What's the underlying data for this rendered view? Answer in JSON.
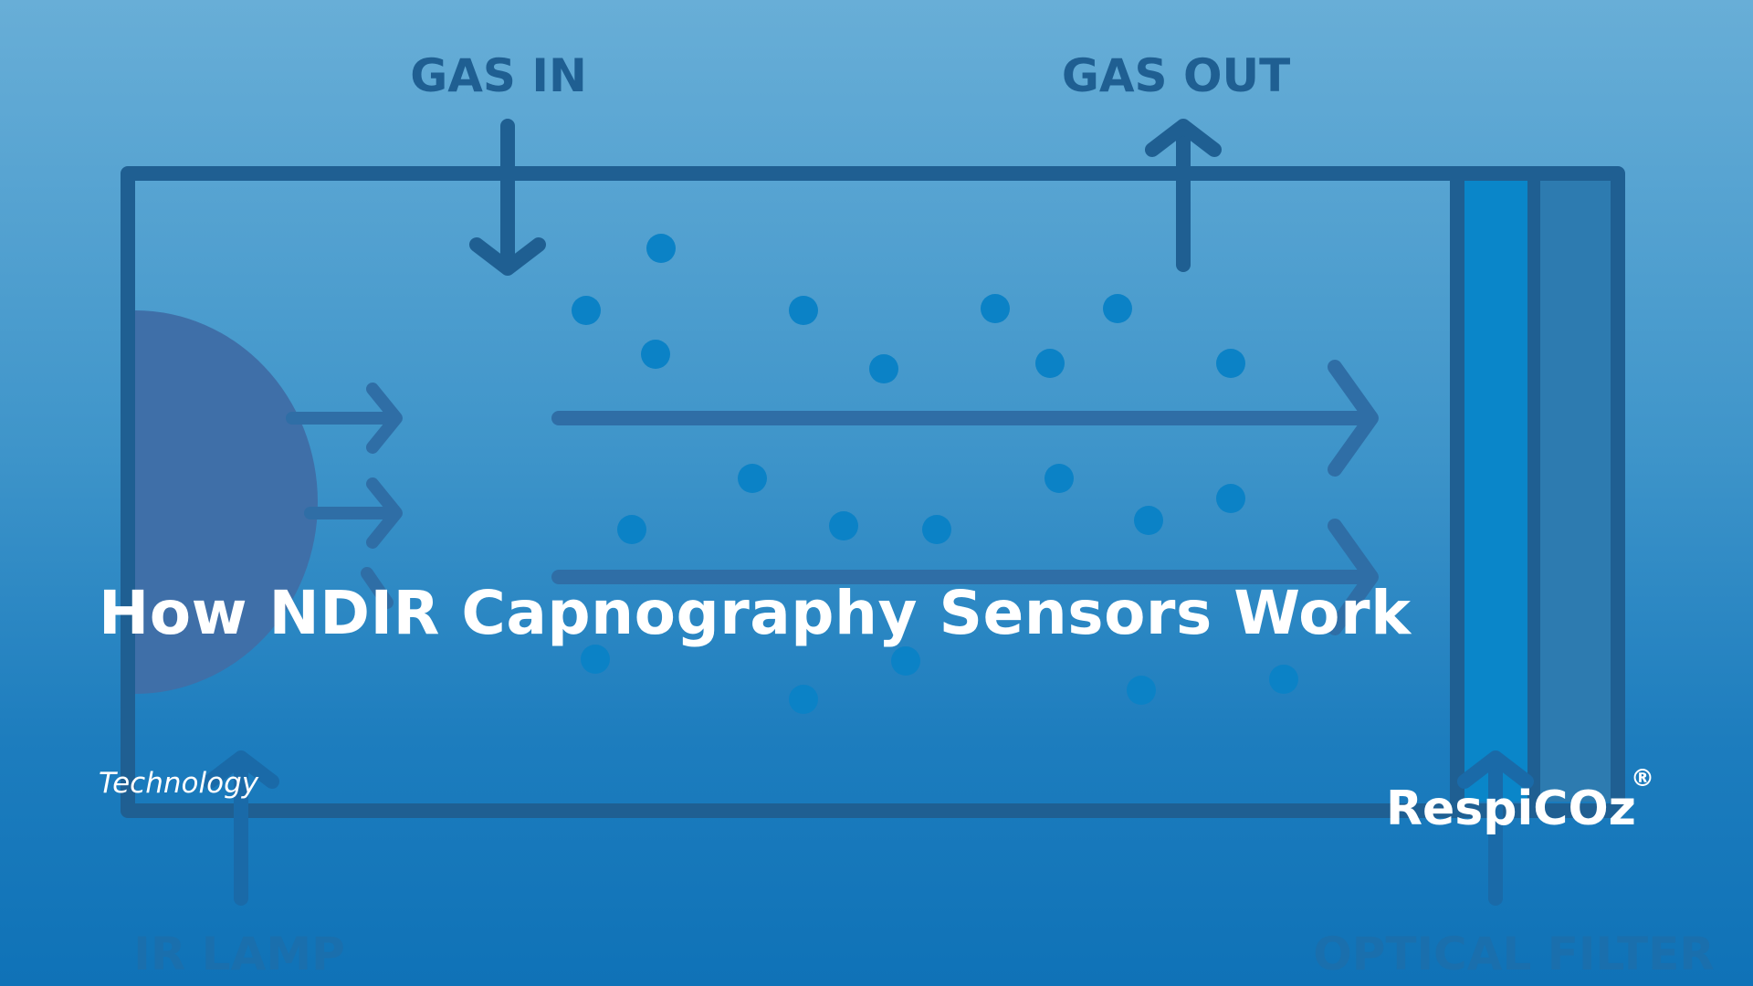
{
  "diagram": {
    "labels": {
      "gas_in": "GAS IN",
      "gas_out": "GAS OUT",
      "ir_lamp": "IR LAMP",
      "optical_filter": "OPTICAL FILTER"
    },
    "colors": {
      "outline": "#1f5f92",
      "lamp": "#3f6fa8",
      "molecule": "#0b82c6",
      "beam": "#2f6ea6",
      "filter_inner": "#0a86c9",
      "filter_outer": "#2d7bb0"
    }
  },
  "article": {
    "title": "How NDIR Capnography Sensors Work",
    "category": "Technology"
  },
  "brand": {
    "name": "RespiCOz",
    "registered": "®"
  }
}
